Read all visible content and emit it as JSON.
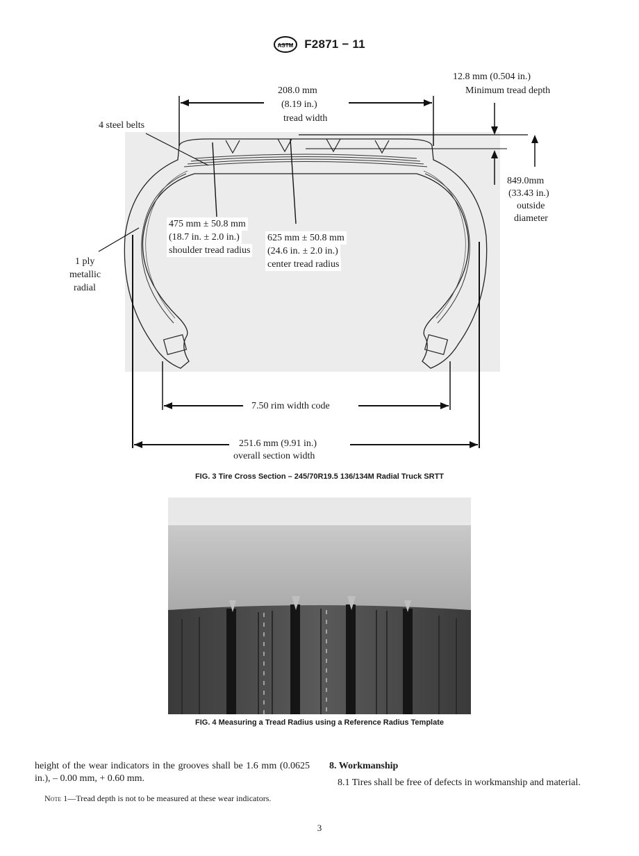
{
  "header": {
    "logo_icon": "astm-logo-icon",
    "standard": "F2871 − 11"
  },
  "figure3": {
    "labels": {
      "tread_width_mm": "208.0 mm",
      "tread_width_in": "(8.19 in.)",
      "tread_width": "tread width",
      "min_depth_1": "12.8 mm (0.504 in.)",
      "min_depth_2": "Minimum tread depth",
      "steel_belts": "4 steel belts",
      "od_1": "849.0mm",
      "od_2": "(33.43 in.)",
      "od_3": "outside",
      "od_4": "diameter",
      "shoulder_1": "475 mm ± 50.8 mm",
      "shoulder_2": "(18.7 in. ± 2.0 in.)",
      "shoulder_3": "shoulder tread radius",
      "center_1": "625 mm ± 50.8 mm",
      "center_2": "(24.6 in. ± 2.0 in.)",
      "center_3": "center tread radius",
      "ply_1": "1 ply",
      "ply_2": "metallic",
      "ply_3": "radial",
      "rim_width": "7.50 rim width code",
      "section_1": "251.6 mm (9.91 in.)",
      "section_2": "overall section width"
    },
    "caption": "FIG. 3 Tire Cross Section – 245/70R19.5 136/134M Radial Truck SRTT"
  },
  "figure4": {
    "caption": "FIG. 4 Measuring a Tread Radius using a Reference Radius Template"
  },
  "body": {
    "left_para": "height of the wear indicators in the grooves shall be 1.6 mm (0.0625 in.), – 0.00 mm, + 0.60 mm.",
    "note_label": "Note 1",
    "note_text": "—Tread depth is not to be measured at these wear indicators.",
    "section_heading": "8. Workmanship",
    "right_para": "8.1 Tires shall be free of defects in workmanship and material."
  },
  "page_number": "3"
}
